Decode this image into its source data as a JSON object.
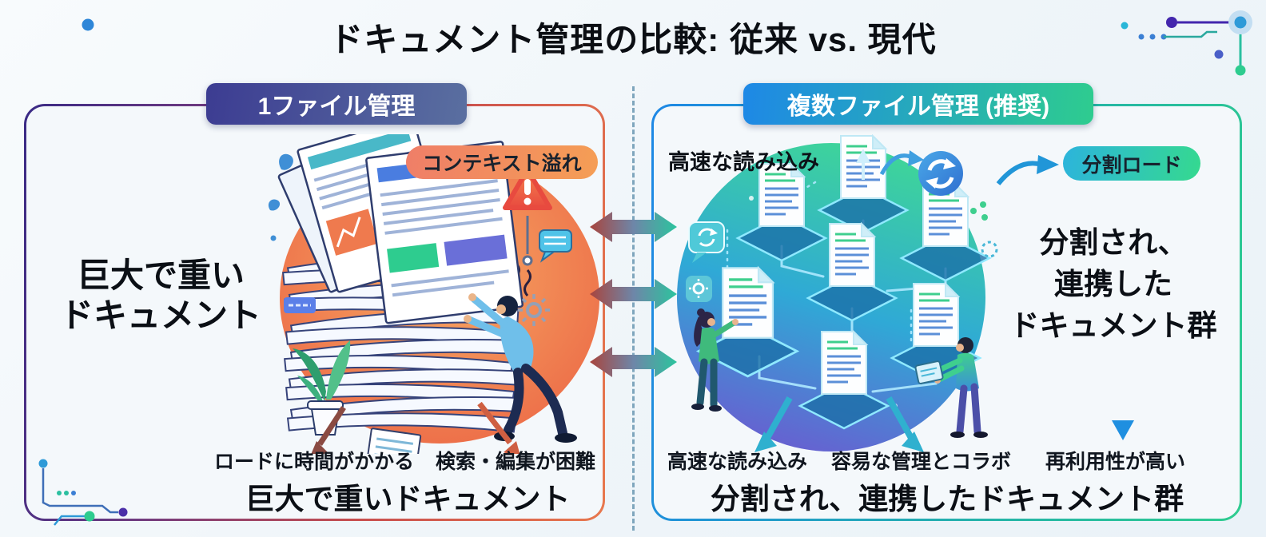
{
  "page": {
    "title": "ドキュメント管理の比較: 従来 vs. 現代"
  },
  "left_panel": {
    "badge": "1ファイル管理",
    "overflow_badge": "コンテキスト溢れ",
    "headline": [
      "巨大で重い",
      "ドキュメント"
    ],
    "drawbacks": [
      "ロードに時間がかかる",
      "検索・編集が困難"
    ],
    "caption": "巨大で重いドキュメント"
  },
  "right_panel": {
    "badge": "複数ファイル管理 (推奨)",
    "load_label": "高速な読み込み",
    "split_badge": "分割ロード",
    "headline": [
      "分割され、",
      "連携した",
      "ドキュメント群"
    ],
    "benefits": [
      "高速な読み込み",
      "容易な管理とコラボ",
      "再利用性が高い"
    ],
    "caption": "分割され、連携したドキュメント群"
  },
  "icons": {
    "warning": "warning-triangle-icon",
    "sync": "sync-arrows-icon",
    "gear": "gear-icon",
    "speech": "speech-bubble-icon",
    "documents": "document-icon",
    "exchange": "double-headed-arrow-icon"
  },
  "colors": {
    "left_badge_start": "#3c3c92",
    "left_badge_end": "#5a6fa0",
    "right_badge_start": "#1e88e6",
    "right_badge_end": "#2ecc8f",
    "left_border_start": "#3a2a85",
    "left_border_end": "#e8784e",
    "right_border_start": "#1e88e6",
    "right_border_end": "#2ecc8f",
    "overflow_pill_start": "#ef7e68",
    "overflow_pill_end": "#f59e55",
    "split_pill_start": "#2cb4dc",
    "split_pill_end": "#35d98f",
    "arrow_red": "#a8453e",
    "arrow_teal": "#2cc49e",
    "divider_dash": "#7fa6bd",
    "background": "#f4f8fb"
  }
}
